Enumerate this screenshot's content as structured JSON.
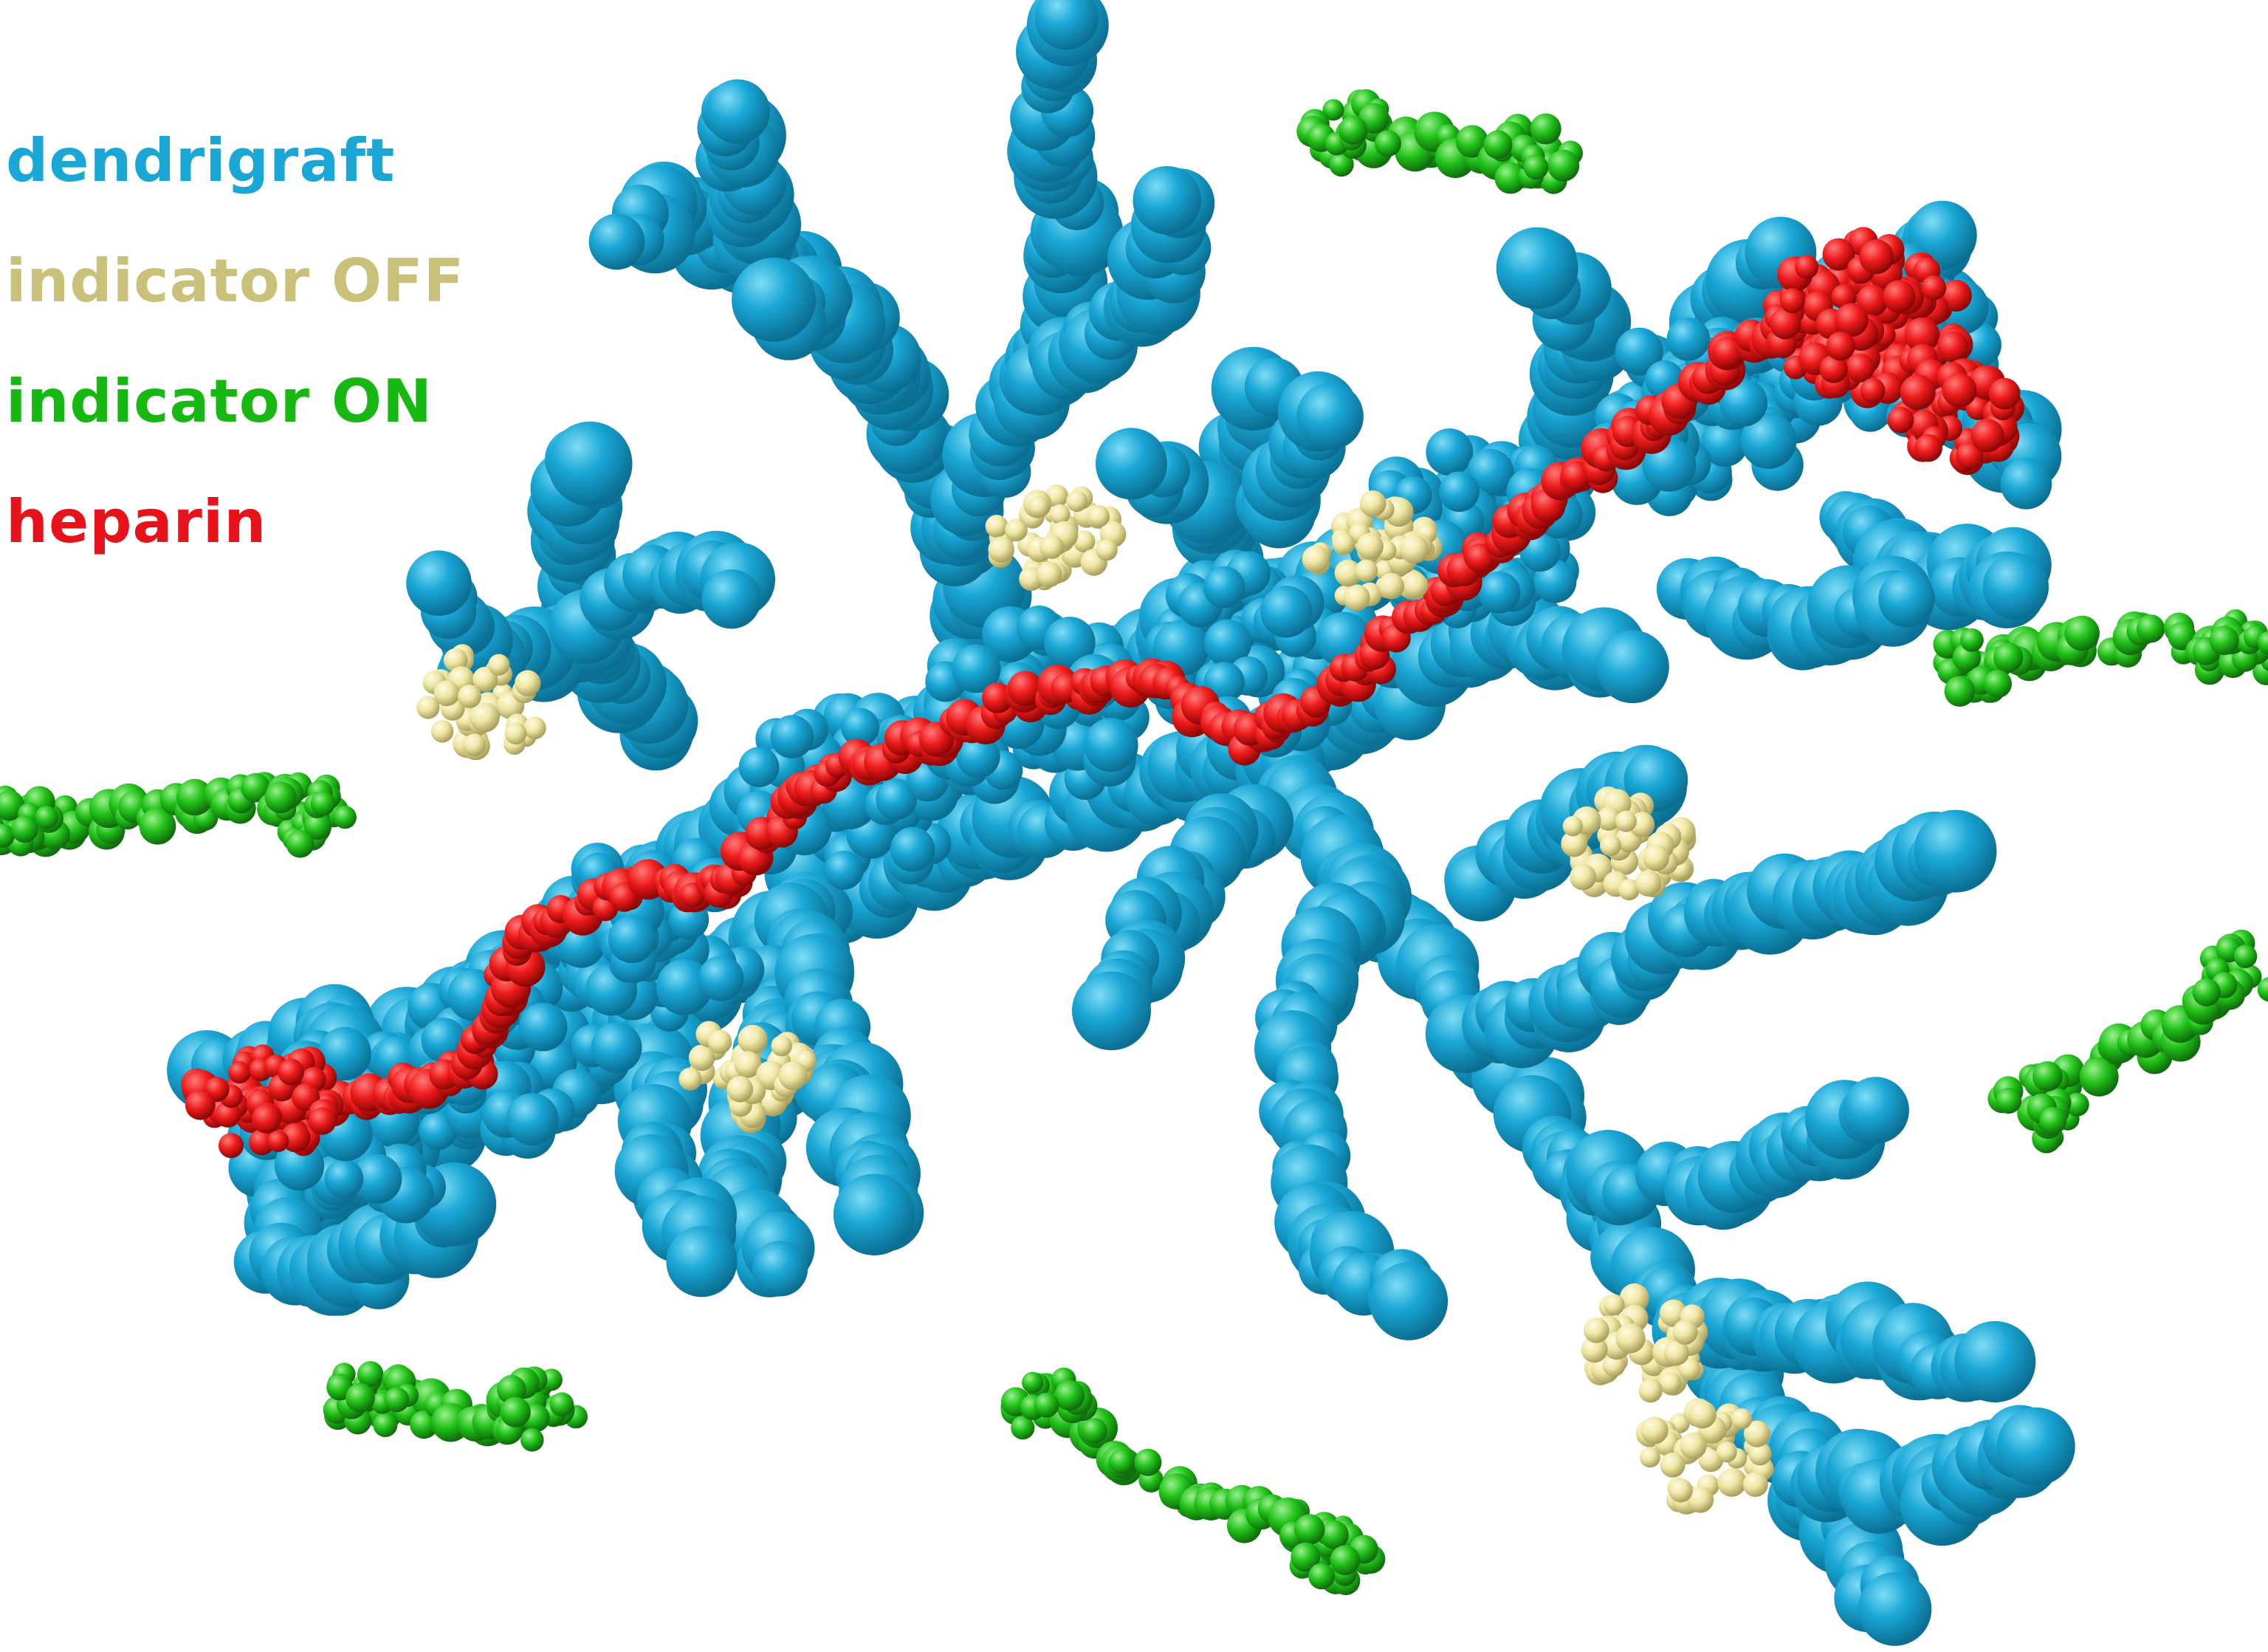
{
  "legend": {
    "items": [
      {
        "key": "dendrigraft",
        "label": "dendrigraft",
        "color": "#1aa7d6"
      },
      {
        "key": "indicator_off",
        "label": "indicator OFF",
        "color": "#c9c17a"
      },
      {
        "key": "indicator_on",
        "label": "indicator ON",
        "color": "#18b812"
      },
      {
        "key": "heparin",
        "label": "heparin",
        "color": "#e8121a"
      }
    ]
  },
  "molecules": {
    "dendrigraft_color": "#1aa7d6",
    "dendrigraft_shadow": "#0b6f93",
    "dendrigraft_highlight": "#7fdcf6",
    "indicator_off_color": "#efe6a4",
    "indicator_off_shadow": "#a89f5c",
    "indicator_on_color": "#22c21a",
    "indicator_on_shadow": "#0f6d0b",
    "heparin_color": "#ee1c1c",
    "heparin_shadow": "#8c0606"
  }
}
